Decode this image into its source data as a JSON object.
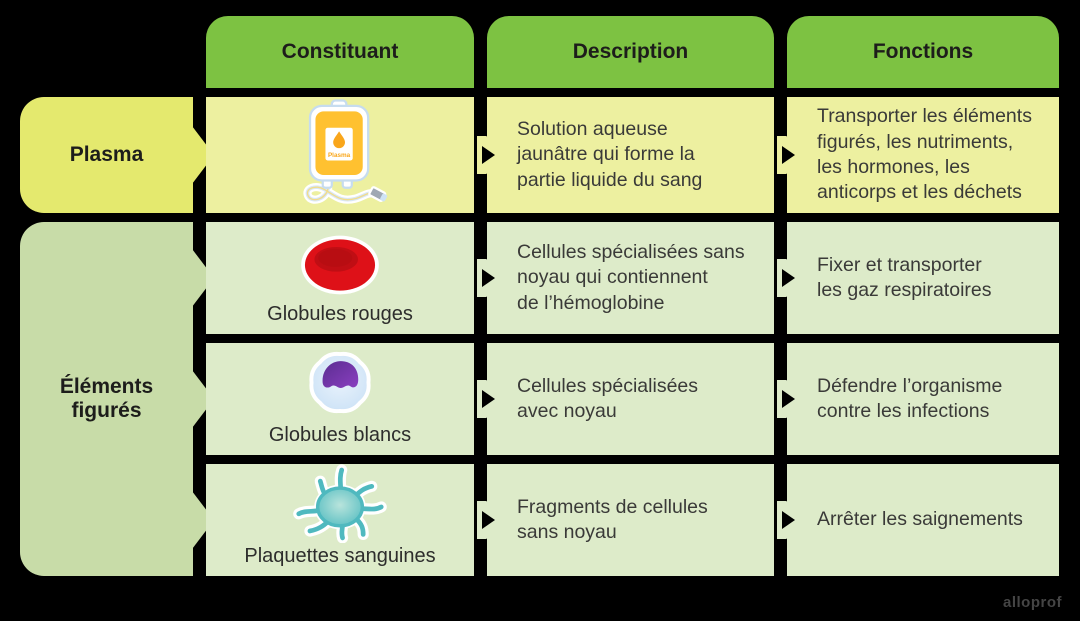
{
  "header": {
    "col1": "Constituant",
    "col2": "Description",
    "col3": "Fonctions"
  },
  "groups": {
    "plasma": {
      "label": "Plasma"
    },
    "elements": {
      "label": "Éléments\nfigurés"
    }
  },
  "rows": {
    "plasma": {
      "icon": "blood-bag-icon",
      "bag_text": "Plasma",
      "description": "Solution aqueuse\njaunâtre qui forme la\npartie liquide du sang",
      "fonctions": "Transporter les éléments\nfigurés, les nutriments,\nles hormones, les\nanticorps et les déchets"
    },
    "globules_rouges": {
      "icon": "red-blood-cell-icon",
      "caption": "Globules rouges",
      "description": "Cellules spécialisées sans\nnoyau qui contiennent\nde l’hémoglobine",
      "fonctions": "Fixer et transporter\nles gaz respiratoires"
    },
    "globules_blancs": {
      "icon": "white-blood-cell-icon",
      "caption": "Globules blancs",
      "description": "Cellules spécialisées\navec noyau",
      "fonctions": "Défendre l’organisme\ncontre les infections"
    },
    "plaquettes": {
      "icon": "platelet-icon",
      "caption": "Plaquettes sanguines",
      "description": "Fragments de cellules\nsans noyau",
      "fonctions": "Arrêter les saignements"
    }
  },
  "footer": {
    "logo": "alloprof"
  },
  "colors": {
    "background": "#000000",
    "header_green": "#7DC242",
    "plasma_label": "#E4E96E",
    "plasma_cell": "#EDF0A0",
    "elements_label": "#C8DCA8",
    "elements_cell": "#DDEBC9",
    "arrow": "#000000",
    "red_cell": "#DE1118",
    "wbc_nucleus": "#6B2FA0",
    "platelet_teal": "#4FB9BF",
    "bag_orange": "#FFC130"
  }
}
